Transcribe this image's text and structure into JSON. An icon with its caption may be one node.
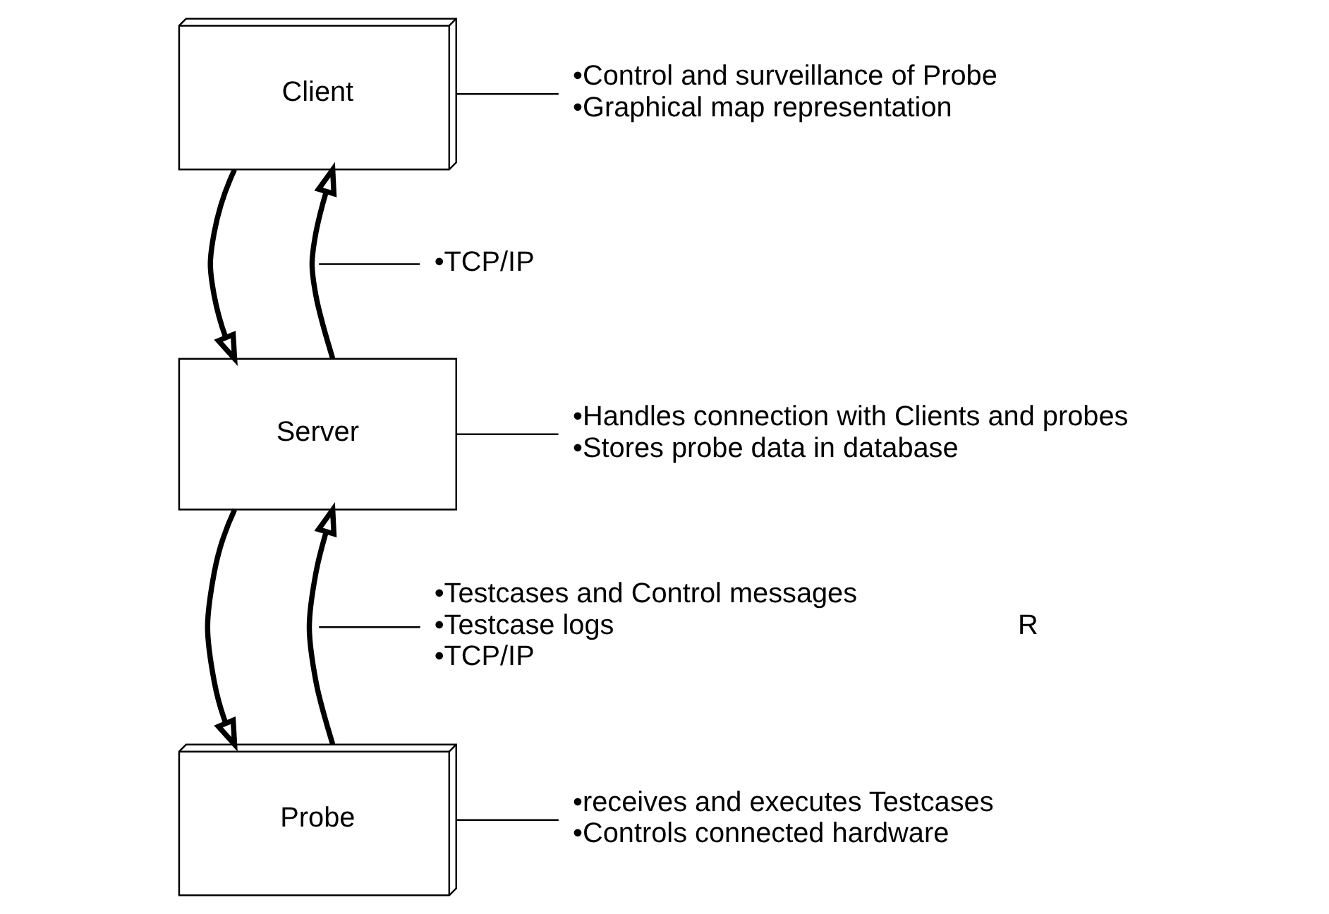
{
  "diagram": {
    "nodes": [
      {
        "text": [
          "Client"
        ]
      },
      {
        "text": [
          "Server"
        ]
      },
      {
        "text": [
          "Probe"
        ]
      },
      {
        "text": [
          "•Control and surveillance of Probe",
          "•Graphical map representation"
        ]
      },
      {
        "text": [
          "•TCP/IP"
        ]
      },
      {
        "text": [
          "•Handles connection with Clients and probes",
          "•Stores probe data in database"
        ]
      },
      {
        "text": [
          "•Testcases and Control messages",
          "•Testcase logs",
          "•TCP/IP"
        ]
      },
      {
        "text": [
          "•receives and executes Testcases",
          "•Controls connected hardware"
        ]
      }
    ],
    "edges": [
      {
        "from": 0,
        "to": 1,
        "arrow": "to",
        "style": "thick"
      },
      {
        "from": 1,
        "to": 0,
        "arrow": "to",
        "style": "thick"
      },
      {
        "from": 1,
        "to": 2,
        "arrow": "to",
        "style": "thick"
      },
      {
        "from": 2,
        "to": 1,
        "arrow": "to",
        "style": "thick"
      },
      {
        "from": 3,
        "to": 0,
        "arrow": "none"
      },
      {
        "from": 4,
        "to": null,
        "arrow": "none"
      },
      {
        "from": 5,
        "to": 1,
        "arrow": "none"
      },
      {
        "from": 6,
        "to": null,
        "arrow": "none"
      },
      {
        "from": 7,
        "to": 2,
        "arrow": "none"
      }
    ],
    "labels": [
      "R"
    ]
  }
}
